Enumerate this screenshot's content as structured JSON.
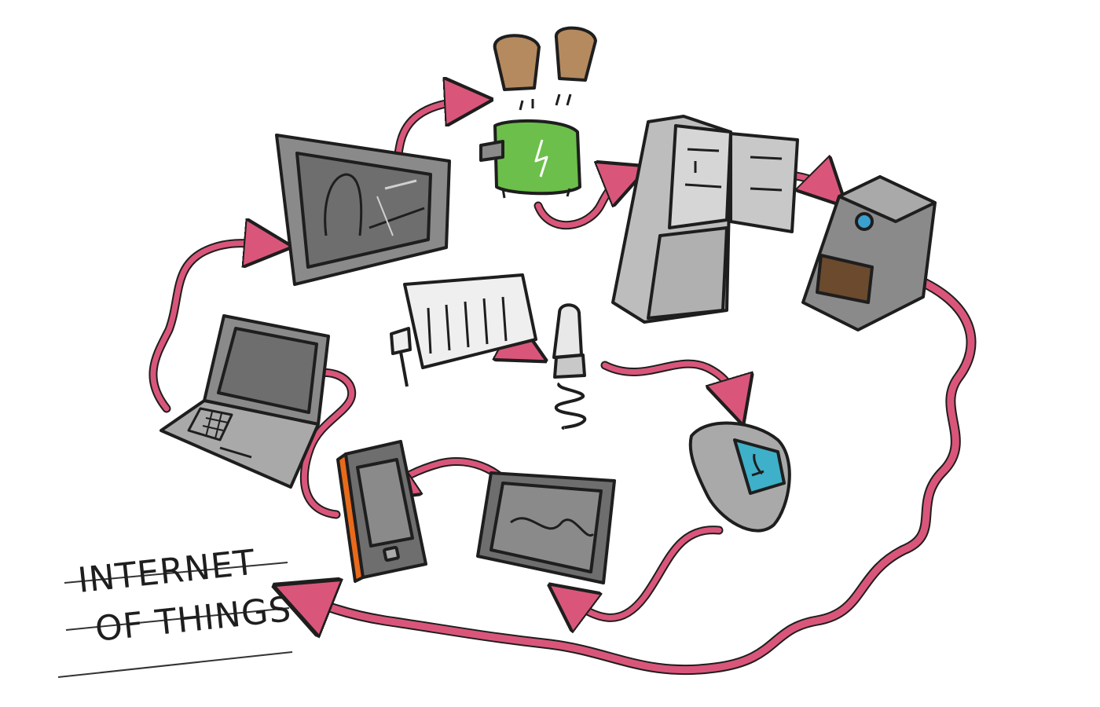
{
  "caption": {
    "line1": "INTERNET",
    "line2": "OF THINGS"
  },
  "colors": {
    "arrow": "#d9567a",
    "outline": "#1e1e1e",
    "device_gray": "#a9a9a9",
    "screen_gray": "#6e6e6e",
    "toaster_green": "#6cbf4a",
    "toast_brown": "#b58a5f",
    "phone_orange": "#e86a1a",
    "watch_screen": "#3fb0c9",
    "coffee_blue": "#3aa0d0",
    "coffee_brown": "#6b4a2e"
  },
  "devices": [
    {
      "id": "tv",
      "icon": "tv-icon"
    },
    {
      "id": "toaster",
      "icon": "toaster-icon"
    },
    {
      "id": "fridge",
      "icon": "fridge-icon"
    },
    {
      "id": "coffee-machine",
      "icon": "coffee-machine-icon"
    },
    {
      "id": "laptop",
      "icon": "laptop-icon"
    },
    {
      "id": "radiator",
      "icon": "radiator-icon"
    },
    {
      "id": "light-bulb",
      "icon": "light-bulb-icon"
    },
    {
      "id": "smartwatch",
      "icon": "smartwatch-icon"
    },
    {
      "id": "smartphone",
      "icon": "smartphone-icon"
    },
    {
      "id": "tablet",
      "icon": "tablet-icon"
    }
  ]
}
